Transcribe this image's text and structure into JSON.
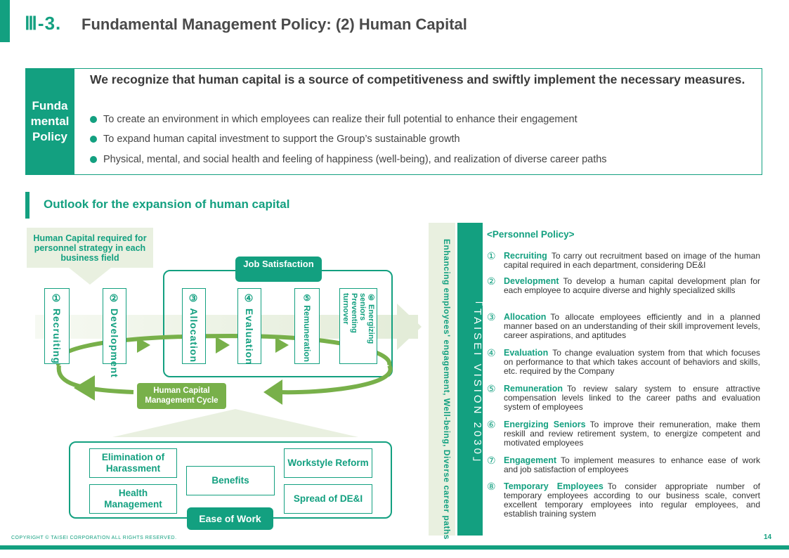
{
  "header": {
    "section_number": "Ⅲ-3.",
    "title": "Fundamental Management Policy: (2) Human Capital"
  },
  "policy": {
    "tag": "Fundamental Policy",
    "tag_lines": [
      "Funda",
      "mental",
      "Policy"
    ],
    "heading": "We recognize that human capital is a source of competitiveness and swiftly implement the necessary measures.",
    "bullets": [
      "To create an environment in which employees can realize their full potential to enhance their engagement",
      "To expand human capital investment to support the Group’s sustainable growth",
      "Physical, mental, and social health and feeling of happiness (well-being), and realization of diverse career paths"
    ]
  },
  "outlook": {
    "title": "Outlook for the expansion of human capital"
  },
  "diagram": {
    "hc_required": "Human Capital required for personnel strategy in each business field",
    "job_satisfaction": "Job Satisfaction",
    "steps": [
      "① Recruiting",
      "② Development",
      "③ Allocation",
      "④ Evaluation",
      "⑤ Remuneration",
      "⑥ Energizing seniors Preventing turnover"
    ],
    "step6_lines": [
      "⑥ Energizing",
      "seniors",
      "Preventing",
      "turnover"
    ],
    "cycle_label": "Human Capital Management Cycle",
    "ease": {
      "label": "Ease of Work",
      "items": [
        "Elimination of Harassment",
        "Health Management",
        "Benefits",
        "Workstyle Reform",
        "Spread of DE&I"
      ]
    }
  },
  "vertical": {
    "engagement": "Enhancing employees' engagement, Well-being, Diverse career paths",
    "vision": "「TAISEI VISION 2030」"
  },
  "personnel_policy": {
    "heading": "<Personnel Policy>",
    "items": [
      {
        "num": "①",
        "key": "Recruiting",
        "text": "To carry out recruitment based on image of the human capital required in each department, considering DE&I"
      },
      {
        "num": "②",
        "key": "Development",
        "text": "To develop a human capital development plan for each employee to acquire diverse and highly specialized skills"
      },
      {
        "num": "③",
        "key": "Allocation",
        "text": "To allocate employees efficiently and in a planned manner based on an understanding of their skill improvement levels, career aspirations, and aptitudes"
      },
      {
        "num": "④",
        "key": "Evaluation",
        "text": "To change evaluation system from that which focuses on performance to that which takes account of behaviors and skills, etc. required by the Company"
      },
      {
        "num": "⑤",
        "key": "Remuneration",
        "text": "To review salary system to ensure attractive compensation levels linked to the career paths and evaluation system of employees"
      },
      {
        "num": "⑥",
        "key": "Energizing Seniors",
        "text": "To improve their remuneration, make them reskill and review retirement system, to energize competent and motivated employees"
      },
      {
        "num": "⑦",
        "key": "Engagement",
        "text": "To implement measures to enhance ease of work and job satisfaction of employees"
      },
      {
        "num": "⑧",
        "key": "Temporary Employees",
        "text": "To consider appropriate number of temporary employees according to our business scale, convert excellent temporary employees into regular employees, and establish training system"
      }
    ]
  },
  "footer": {
    "copyright": "COPYRIGHT © TAISEI CORPORATION ALL RIGHTS RESERVED.",
    "page": "14"
  },
  "colors": {
    "brand_green": "#13a080",
    "light_green": "#78b04a",
    "pale_green": "#e9f0e0"
  }
}
